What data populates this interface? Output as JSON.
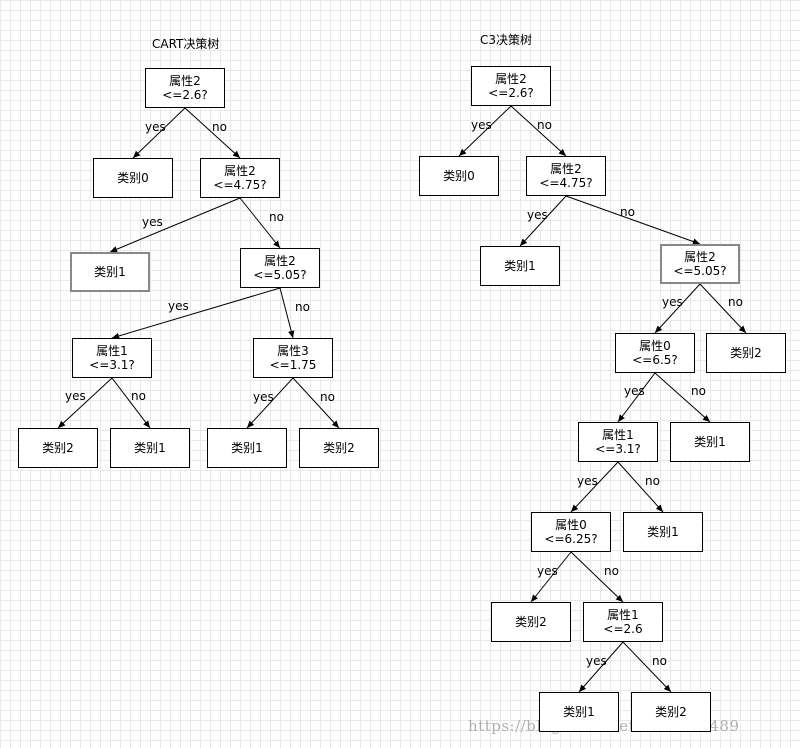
{
  "trees": [
    {
      "id": "cart",
      "title": "CART决策树",
      "nodes": [
        {
          "id": "n1",
          "lines": [
            "属性2",
            "<=2.6?"
          ]
        },
        {
          "id": "n2",
          "lines": [
            "类别0"
          ]
        },
        {
          "id": "n3",
          "lines": [
            "属性2",
            "<=4.75?"
          ]
        },
        {
          "id": "n4",
          "lines": [
            "类别1"
          ]
        },
        {
          "id": "n5",
          "lines": [
            "属性2",
            "<=5.05?"
          ]
        },
        {
          "id": "n6",
          "lines": [
            "属性1",
            "<=3.1?"
          ]
        },
        {
          "id": "n7",
          "lines": [
            "属性3",
            "<=1.75"
          ]
        },
        {
          "id": "n8",
          "lines": [
            "类别2"
          ]
        },
        {
          "id": "n9",
          "lines": [
            "类别1"
          ]
        },
        {
          "id": "n10",
          "lines": [
            "类别1"
          ]
        },
        {
          "id": "n11",
          "lines": [
            "类别2"
          ]
        }
      ],
      "edges": [
        {
          "from": "n1",
          "to": "n2",
          "label": "yes"
        },
        {
          "from": "n1",
          "to": "n3",
          "label": "no"
        },
        {
          "from": "n3",
          "to": "n4",
          "label": "yes"
        },
        {
          "from": "n3",
          "to": "n5",
          "label": "no"
        },
        {
          "from": "n5",
          "to": "n6",
          "label": "yes"
        },
        {
          "from": "n5",
          "to": "n7",
          "label": "no"
        },
        {
          "from": "n6",
          "to": "n8",
          "label": "yes"
        },
        {
          "from": "n6",
          "to": "n9",
          "label": "no"
        },
        {
          "from": "n7",
          "to": "n10",
          "label": "yes"
        },
        {
          "from": "n7",
          "to": "n11",
          "label": "no"
        }
      ]
    },
    {
      "id": "c3",
      "title": "C3决策树",
      "nodes": [
        {
          "id": "m1",
          "lines": [
            "属性2",
            "<=2.6?"
          ]
        },
        {
          "id": "m2",
          "lines": [
            "类别0"
          ]
        },
        {
          "id": "m3",
          "lines": [
            "属性2",
            "<=4.75?"
          ]
        },
        {
          "id": "m4",
          "lines": [
            "类别1"
          ]
        },
        {
          "id": "m5",
          "lines": [
            "属性2",
            "<=5.05?"
          ]
        },
        {
          "id": "m6",
          "lines": [
            "属性0",
            "<=6.5?"
          ]
        },
        {
          "id": "m7",
          "lines": [
            "类别2"
          ]
        },
        {
          "id": "m8",
          "lines": [
            "属性1",
            "<=3.1?"
          ]
        },
        {
          "id": "m9",
          "lines": [
            "类别1"
          ]
        },
        {
          "id": "m10",
          "lines": [
            "属性0",
            "<=6.25?"
          ]
        },
        {
          "id": "m11",
          "lines": [
            "类别1"
          ]
        },
        {
          "id": "m12",
          "lines": [
            "类别2"
          ]
        },
        {
          "id": "m13",
          "lines": [
            "属性1",
            "<=2.6"
          ]
        },
        {
          "id": "m14",
          "lines": [
            "类别1"
          ]
        },
        {
          "id": "m15",
          "lines": [
            "类别2"
          ]
        }
      ],
      "edges": [
        {
          "from": "m1",
          "to": "m2",
          "label": "yes"
        },
        {
          "from": "m1",
          "to": "m3",
          "label": "no"
        },
        {
          "from": "m3",
          "to": "m4",
          "label": "yes"
        },
        {
          "from": "m3",
          "to": "m5",
          "label": "no"
        },
        {
          "from": "m5",
          "to": "m6",
          "label": "yes"
        },
        {
          "from": "m5",
          "to": "m7",
          "label": "no"
        },
        {
          "from": "m6",
          "to": "m8",
          "label": "yes"
        },
        {
          "from": "m6",
          "to": "m9",
          "label": "no"
        },
        {
          "from": "m8",
          "to": "m10",
          "label": "yes"
        },
        {
          "from": "m8",
          "to": "m11",
          "label": "no"
        },
        {
          "from": "m10",
          "to": "m12",
          "label": "yes"
        },
        {
          "from": "m10",
          "to": "m13",
          "label": "no"
        },
        {
          "from": "m13",
          "to": "m14",
          "label": "yes"
        },
        {
          "from": "m13",
          "to": "m15",
          "label": "no"
        }
      ]
    }
  ],
  "watermark": "https://blog.csdn.net/z962013489"
}
